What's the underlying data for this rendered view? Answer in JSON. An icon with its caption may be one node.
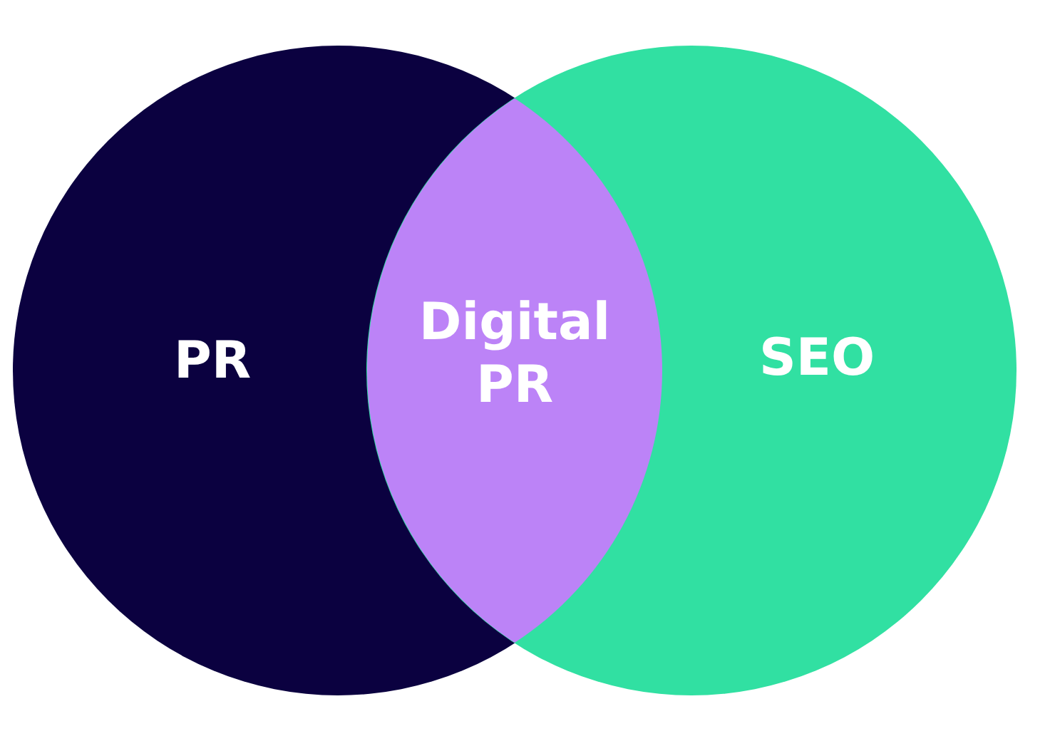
{
  "diagram": {
    "nodes": [
      {
        "text": [
          "PR"
        ]
      },
      {
        "text": [
          "SEO"
        ]
      },
      {
        "text": [
          "Digital PR"
        ]
      }
    ]
  }
}
